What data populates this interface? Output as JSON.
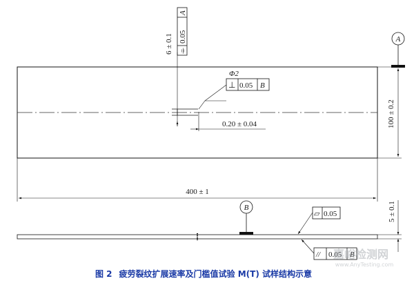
{
  "caption": {
    "figure_number": "图 2",
    "text": "疲劳裂纹扩展速率及门槛值试验 M(T) 试样结构示意"
  },
  "dimensions": {
    "length": "400 ± 1",
    "width": "100 ± 0.2",
    "thickness": "5 ± 0.1",
    "notch_length": "6 ± 0.1",
    "notch_offset": "0.20 ± 0.04",
    "hole_diameter": "Φ2"
  },
  "datums": {
    "a": "A",
    "b": "B"
  },
  "tolerance_frames": {
    "symmetry": {
      "symbol": "⌯",
      "value": "0.05",
      "datum": "A"
    },
    "perpendicularity": {
      "symbol": "⊥",
      "value": "0.05",
      "datum": "B"
    },
    "flatness": {
      "symbol": "▱",
      "value": "0.05"
    },
    "parallelism": {
      "symbol": "//",
      "value": "0.05",
      "datum": "B"
    }
  },
  "watermark": {
    "text": "嘉峪检测网",
    "subtext": "www.AnyTesting.com"
  }
}
